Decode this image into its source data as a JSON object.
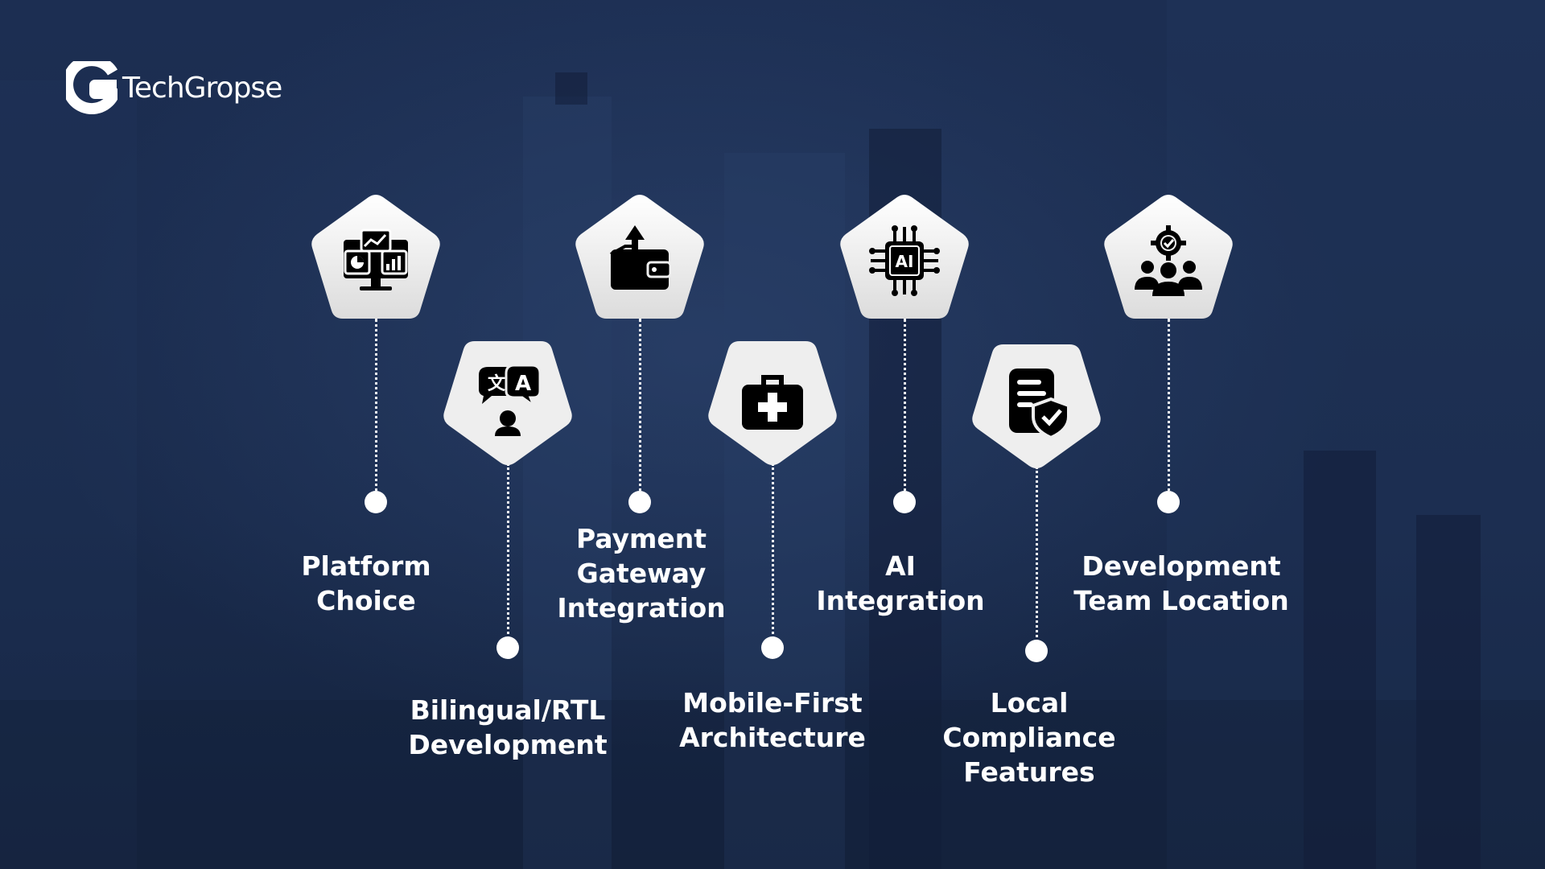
{
  "brand": {
    "name": "TechGropse",
    "logo_icon": "techgropse-g-logo"
  },
  "steps": [
    {
      "label": "Platform\nChoice",
      "icon": "analytics-dashboard-icon"
    },
    {
      "label": "Bilingual/RTL\nDevelopment",
      "icon": "translate-icon"
    },
    {
      "label": "Payment\nGateway\nIntegration",
      "icon": "wallet-icon"
    },
    {
      "label": "Mobile-First\nArchitecture",
      "icon": "first-aid-kit-icon"
    },
    {
      "label": "AI\nIntegration",
      "icon": "ai-chip-icon"
    },
    {
      "label": "Local\nCompliance\nFeatures",
      "icon": "compliance-document-icon"
    },
    {
      "label": "Development\nTeam Location",
      "icon": "team-settings-icon"
    }
  ],
  "colors": {
    "background": "#1a2b4d",
    "badge": "#ffffff",
    "icon": "#000000",
    "text": "#ffffff"
  }
}
